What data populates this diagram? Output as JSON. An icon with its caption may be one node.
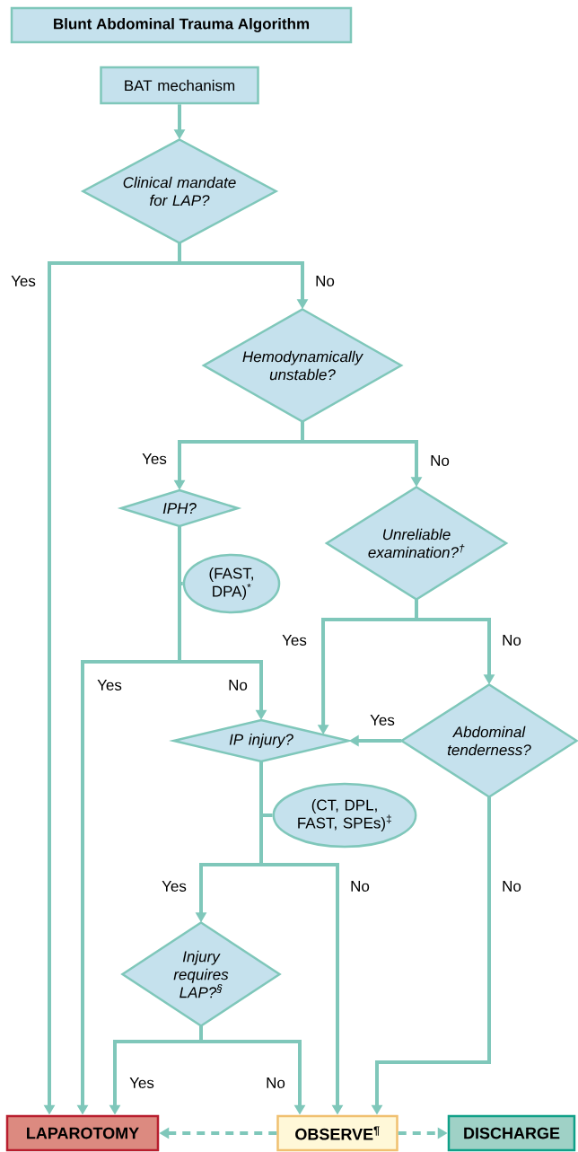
{
  "diagram": {
    "title": "Blunt Abdominal Trauma Algorithm",
    "nodes": [
      {
        "text": [
          "BAT mechanism"
        ]
      },
      {
        "text": [
          "Clinical mandate for LAP?"
        ]
      },
      {
        "text": [
          "Hemodynamically unstable?"
        ]
      },
      {
        "text": [
          "IPH?"
        ]
      },
      {
        "text": [
          "(FAST, DPA)$^{*}$"
        ]
      },
      {
        "text": [
          "Unreliable examination?$^{†}$"
        ]
      },
      {
        "text": [
          "IP injury?"
        ]
      },
      {
        "text": [
          "Abdominal tenderness?"
        ]
      },
      {
        "text": [
          "(CT, DPL, FAST, SPEs)$^{‡}$"
        ]
      },
      {
        "text": [
          "Injury requires LAP?$^{§}$"
        ]
      },
      {
        "text": [
          "LAPAROTOMY"
        ]
      },
      {
        "text": [
          "OBSERVE$^{¶}$"
        ]
      },
      {
        "text": [
          "DISCHARGE"
        ]
      }
    ],
    "edges": [
      {
        "from": 0,
        "to": 1,
        "arrow": "to"
      },
      {
        "from": 1,
        "to": 10,
        "arrow": "to",
        "label": "Yes"
      },
      {
        "from": 1,
        "to": 2,
        "arrow": "to",
        "label": "No"
      },
      {
        "from": 2,
        "to": 3,
        "arrow": "to",
        "label": "Yes"
      },
      {
        "from": 2,
        "to": 5,
        "arrow": "to",
        "label": "No"
      },
      {
        "from": 3,
        "to": 10,
        "arrow": "to",
        "label": "Yes"
      },
      {
        "from": 3,
        "to": 6,
        "arrow": "to",
        "label": "No"
      },
      {
        "from": 4,
        "to": null,
        "arrow": "none"
      },
      {
        "from": 5,
        "to": 6,
        "arrow": "to",
        "label": "Yes"
      },
      {
        "from": 5,
        "to": 7,
        "arrow": "to",
        "label": "No"
      },
      {
        "from": 7,
        "to": 6,
        "arrow": "to",
        "label": "Yes"
      },
      {
        "from": 8,
        "to": null,
        "arrow": "none"
      },
      {
        "from": 6,
        "to": 9,
        "arrow": "to",
        "label": "Yes"
      },
      {
        "from": 6,
        "to": 11,
        "arrow": "to",
        "label": "No"
      },
      {
        "from": 7,
        "to": 11,
        "arrow": "to",
        "label": "No"
      },
      {
        "from": 9,
        "to": 10,
        "arrow": "to",
        "label": "Yes"
      },
      {
        "from": 9,
        "to": 11,
        "arrow": "to",
        "label": "No"
      },
      {
        "from": 11,
        "to": 10,
        "arrow": "to",
        "style": "dashed"
      },
      {
        "from": 11,
        "to": 12,
        "arrow": "to",
        "style": "dashed"
      }
    ]
  }
}
